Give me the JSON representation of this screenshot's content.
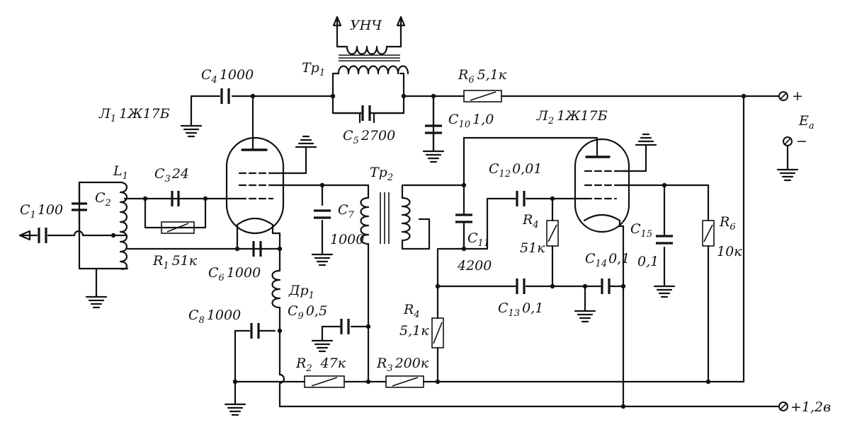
{
  "labels": {
    "unch": "УНЧ",
    "tr1": "Тр",
    "tr1_sub": "1",
    "tr2": "Тр",
    "tr2_sub": "2",
    "l1_tube": "Л",
    "l1_tube_sub": "1",
    "l1_tube_type": "1Ж17Б",
    "l2_tube": "Л",
    "l2_tube_sub": "2",
    "l2_tube_type": "1Ж17Б",
    "coil_l1": "L",
    "coil_l1_sub": "1",
    "c1": "C",
    "c1_sub": "1",
    "c1_val": "100",
    "c2": "C",
    "c2_sub": "2",
    "c3": "C",
    "c3_sub": "3",
    "c3_val": "24",
    "c4": "C",
    "c4_sub": "4",
    "c4_val": "1000",
    "c5": "C",
    "c5_sub": "5",
    "c5_val": "2700",
    "c6": "C",
    "c6_sub": "6",
    "c6_val": "1000",
    "c7": "C",
    "c7_sub": "7",
    "c7_val": "1000",
    "c8": "C",
    "c8_sub": "8",
    "c8_val": "1000",
    "c9": "C",
    "c9_sub": "9",
    "c9_val": "0,5",
    "c10": "C",
    "c10_sub": "10",
    "c10_val": "1,0",
    "c11": "C",
    "c11_sub": "11",
    "c11_val": "4200",
    "c12": "C",
    "c12_sub": "12",
    "c12_val": "0,01",
    "c13": "C",
    "c13_sub": "13",
    "c13_val": "0,1",
    "c14": "C",
    "c14_sub": "14",
    "c14_val": "0,1",
    "c15": "C",
    "c15_sub": "15",
    "c15_val": "0,1",
    "r1": "R",
    "r1_sub": "1",
    "r1_val": "51к",
    "r2": "R",
    "r2_sub": "2",
    "r2_val": "47к",
    "r3": "R",
    "r3_sub": "3",
    "r3_val": "200к",
    "r4a": "R",
    "r4a_sub": "4",
    "r4a_val": "51к",
    "r4b": "R",
    "r4b_sub": "4",
    "r4b_val": "5,1к",
    "r6a": "R",
    "r6a_sub": "6",
    "r6a_val": "5,1к",
    "r6b": "R",
    "r6b_sub": "6",
    "r6b_val": "10к",
    "dr1": "Др",
    "dr1_sub": "1",
    "ea": "E",
    "ea_sub": "a",
    "plus": "+",
    "minus": "−",
    "plus_12": "+1,2в"
  }
}
